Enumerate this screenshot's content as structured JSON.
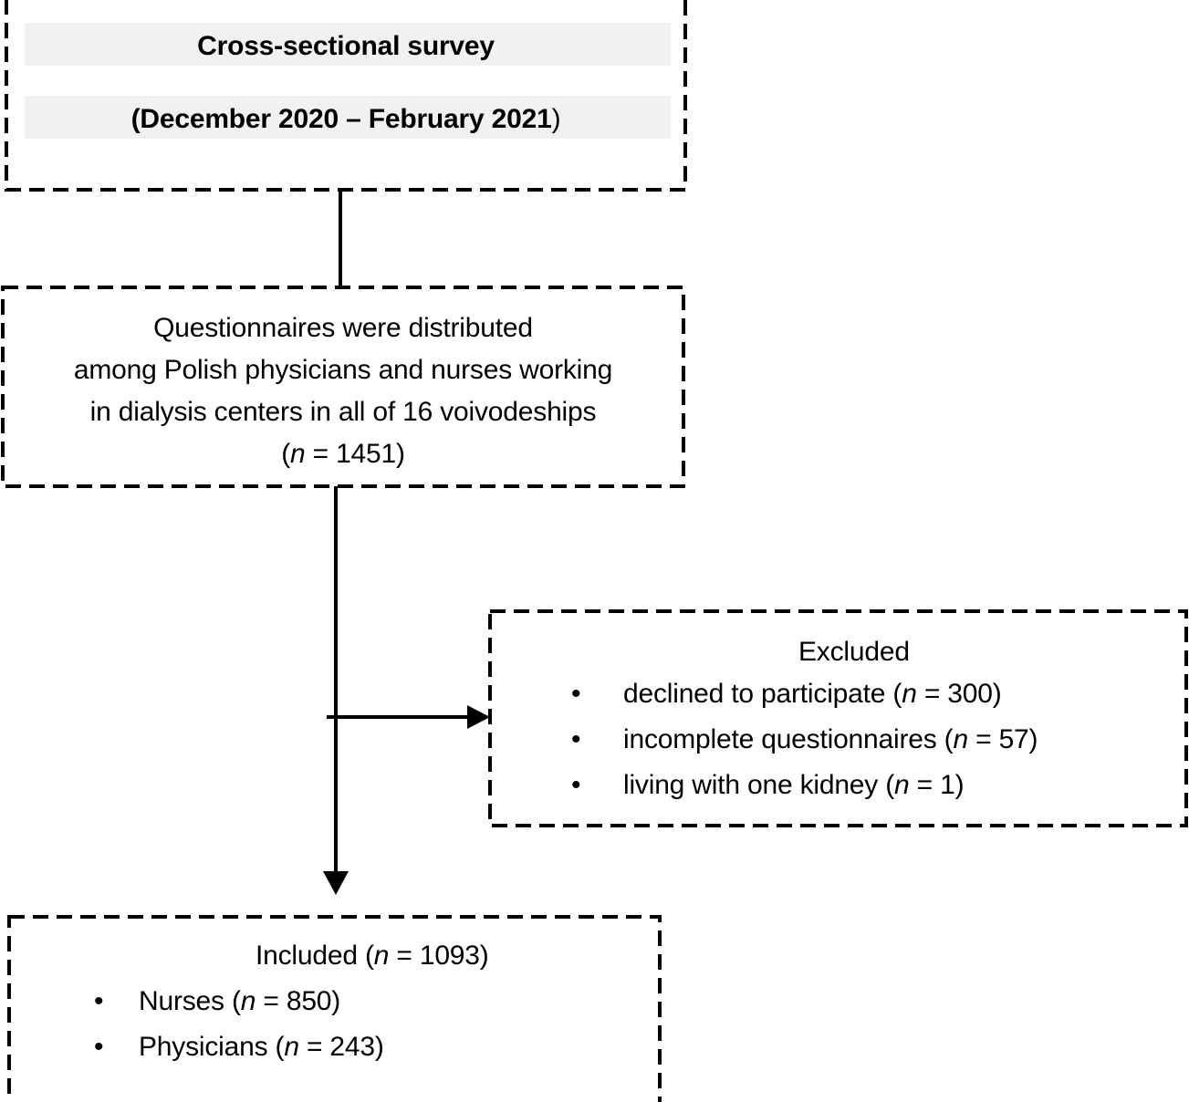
{
  "diagram": {
    "type": "flowchart",
    "title": "Study participant flow diagram",
    "colors": {
      "line": "#000000",
      "highlight": "#f1f1f1",
      "background": "#ffffff"
    },
    "nodes": {
      "survey": {
        "name": "Cross-sectional survey box",
        "lines": [
          {
            "text": "Cross-sectional survey",
            "bold": true,
            "highlighted": true
          },
          {
            "text": "(December 2020 – February 2021",
            "bold": true,
            "highlighted": true
          },
          {
            "text": ")",
            "bold": false,
            "highlighted": false
          }
        ],
        "line1": "Cross-sectional survey",
        "line2_main": "(December 2020 – February 2021",
        "line2_tail": ")"
      },
      "distributed": {
        "name": "Questionnaires distributed box",
        "line1": "Questionnaires were distributed",
        "line2": "among Polish physicians and nurses working",
        "line3": "in dialysis centers in all of 16 voivodeships",
        "line4_open": "(",
        "line4_n": "n",
        "line4_rest": " = 1451)"
      },
      "excluded": {
        "name": "Excluded box",
        "header": "Excluded",
        "items": [
          {
            "label": "declined to participate (",
            "n": "n",
            "value": " = 300)"
          },
          {
            "label": "incomplete questionnaires (",
            "n": "n",
            "value": " = 57)"
          },
          {
            "label": "living with one kidney (",
            "n": "n",
            "value": " = 1)"
          }
        ],
        "bullet_glyph": "•"
      },
      "included": {
        "name": "Included box",
        "header_open": "Included (",
        "header_n": "n",
        "header_rest": " = 1093)",
        "items": [
          {
            "label": "Nurses (",
            "n": "n",
            "value": " = 850)"
          },
          {
            "label": "Physicians (",
            "n": "n",
            "value": " = 243)"
          }
        ],
        "bullet_glyph": "•"
      }
    },
    "connectors": [
      {
        "name": "survey-to-distributed",
        "from": "survey",
        "to": "distributed",
        "arrowhead": false,
        "orientation": "vertical"
      },
      {
        "name": "distributed-to-excluded",
        "from": "distributed",
        "to": "excluded",
        "arrowhead": true,
        "orientation": "horizontal"
      },
      {
        "name": "distributed-to-included",
        "from": "distributed",
        "to": "included",
        "arrowhead": true,
        "orientation": "vertical"
      }
    ]
  }
}
